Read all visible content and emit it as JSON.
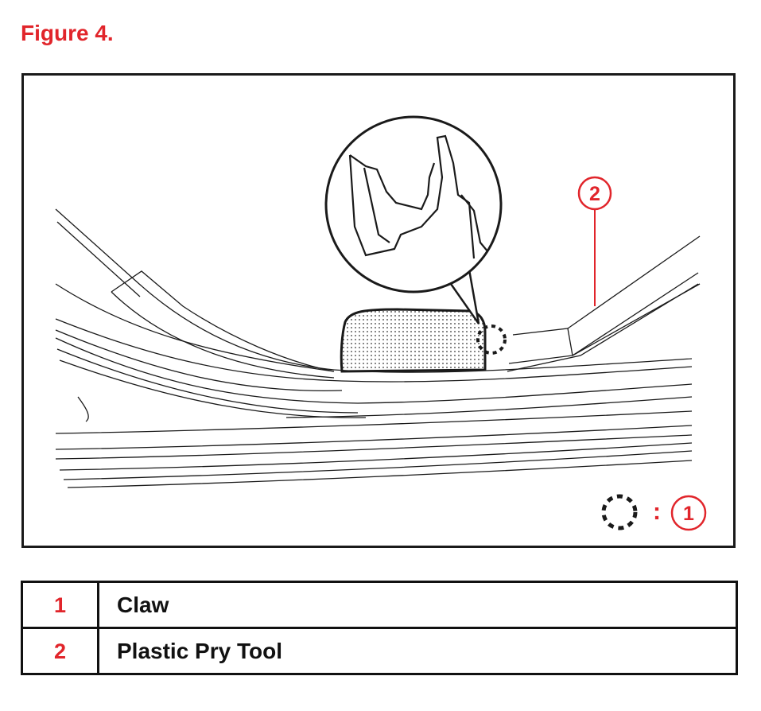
{
  "figure": {
    "title": "Figure 4."
  },
  "diagram": {
    "callouts": [
      {
        "number": "1",
        "shape": "dashed-circle-icon",
        "separator": ":"
      },
      {
        "number": "2"
      }
    ]
  },
  "legend": {
    "rows": [
      {
        "number": "1",
        "label": "Claw"
      },
      {
        "number": "2",
        "label": "Plastic Pry Tool"
      }
    ]
  },
  "colors": {
    "accent_red": "#e1252b",
    "line": "#1a1a1a"
  }
}
